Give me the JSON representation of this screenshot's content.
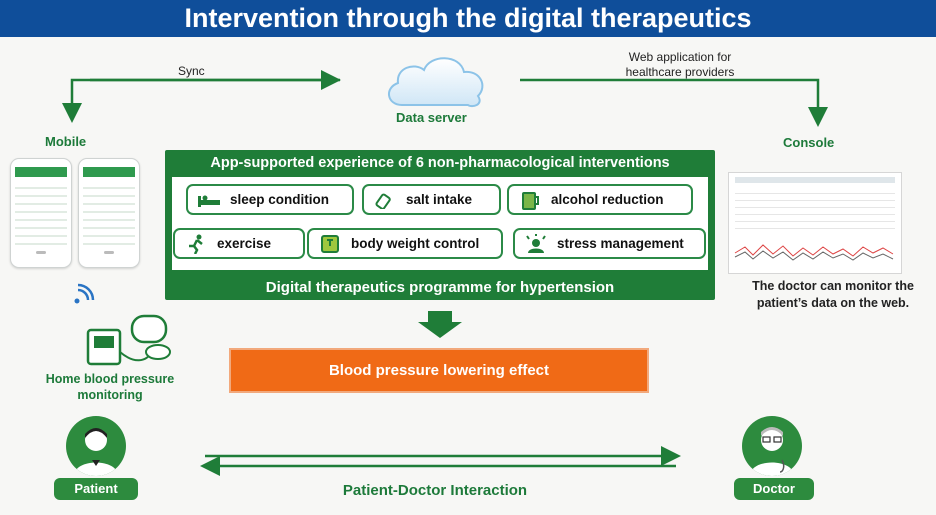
{
  "title": "Intervention through the digital therapeutics",
  "sync_label": "Sync",
  "web_app_label": [
    "Web application for",
    "healthcare providers"
  ],
  "data_server_label": "Data server",
  "mobile_label": "Mobile",
  "console_label": "Console",
  "panel": {
    "header": "App-supported experience of 6 non-pharmacological interventions",
    "footer": "Digital therapeutics programme for hypertension",
    "interventions": [
      {
        "label": "sleep condition",
        "icon": "bed-icon"
      },
      {
        "label": "salt intake",
        "icon": "salt-icon"
      },
      {
        "label": "alcohol reduction",
        "icon": "beer-icon"
      },
      {
        "label": "exercise",
        "icon": "runner-icon"
      },
      {
        "label": "body weight control",
        "icon": "scale-icon"
      },
      {
        "label": "stress management",
        "icon": "stress-icon"
      }
    ]
  },
  "console_caption": [
    "The doctor can monitor the",
    "patient’s data on the web."
  ],
  "bp_effect": "Blood pressure lowering effect",
  "home_bp_label": [
    "Home blood pressure",
    "monitoring"
  ],
  "patient_label": "Patient",
  "doctor_label": "Doctor",
  "interaction_label": "Patient-Doctor Interaction",
  "colors": {
    "title_bg": "#0f4e9a",
    "green": "#1f7d38",
    "orange": "#f06a16"
  }
}
